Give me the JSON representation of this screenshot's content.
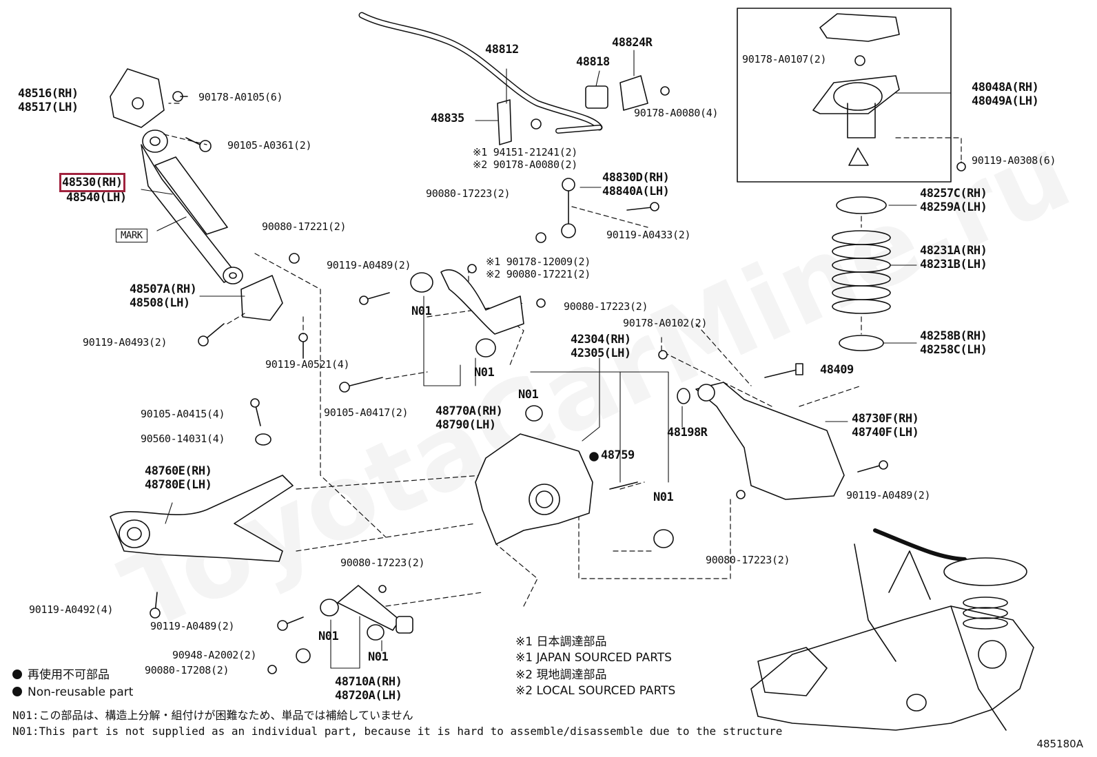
{
  "watermark": "ToyotaCarMine.ru",
  "diagram_code": "485180A",
  "labels": {
    "p48516": "48516(RH)\n48517(LH)",
    "p90178_0105": "90178-A0105(6)",
    "p90105_0361": "90105-A0361(2)",
    "p48530": "48530(RH)",
    "p48540": "48540(LH)",
    "mark": "MARK",
    "p90080_17221a": "90080-17221(2)",
    "p48507": "48507A(RH)\n48508(LH)",
    "p90119_0493": "90119-A0493(2)",
    "p90119_0521": "90119-A0521(4)",
    "p48812": "48812",
    "p48835": "48835",
    "p94151": "※1 94151-21241(2)\n※2 90178-A0080(2)",
    "p48818": "48818",
    "p48824": "48824R",
    "p90178_0080": "90178-A0080(4)",
    "p90080_17223a": "90080-17223(2)",
    "p90119_0489a": "90119-A0489(2)",
    "n01a": "N01",
    "p48830": "48830D(RH)\n48840A(LH)",
    "p90119_0433": "90119-A0433(2)",
    "p90178_12009": "※1 90178-12009(2)\n※2 90080-17221(2)",
    "p90080_17223b": "90080-17223(2)",
    "n01b": "N01",
    "p90105_0417": "90105-A0417(2)",
    "p48770": "48770A(RH)\n48790(LH)",
    "p42304": "42304(RH)\n42305(LH)",
    "n01c": "N01",
    "p48759": "48759",
    "p90178_0102": "90178-A0102(2)",
    "p90178_0107": "90178-A0107(2)",
    "p48048": "48048A(RH)\n48049A(LH)",
    "p90119_0308": "90119-A0308(6)",
    "p48257": "48257C(RH)\n48259A(LH)",
    "p48231": "48231A(RH)\n48231B(LH)",
    "p48258": "48258B(RH)\n48258C(LH)",
    "p48409": "48409",
    "p48198": "48198R",
    "p48730": "48730F(RH)\n48740F(LH)",
    "p90119_0489b": "90119-A0489(2)",
    "n01d": "N01",
    "p90080_17223c": "90080-17223(2)",
    "p90105_0415": "90105-A0415(4)",
    "p90560": "90560-14031(4)",
    "p48760": "48760E(RH)\n48780E(LH)",
    "p90119_0492": "90119-A0492(4)",
    "p90119_0489c": "90119-A0489(2)",
    "p90948": "90948-A2002(2)",
    "p90080_17208": "90080-17208(2)",
    "p90080_17223d": "90080-17223(2)",
    "n01e": "N01",
    "n01f": "N01",
    "p48710": "48710A(RH)\n48720A(LH)"
  },
  "notes": {
    "jp1": "※1 日本調達部品",
    "en1": "※1 JAPAN SOURCED PARTS",
    "jp2": "※2 現地調達部品",
    "en2": "※2 LOCAL SOURCED PARTS"
  },
  "legend": {
    "jp": "再使用不可部品",
    "en": "Non-reusable part"
  },
  "footnotes": {
    "jp": "N01:この部品は、構造上分解・組付けが困難なため、単品では補給していません",
    "en": "N01:This part is not supplied as an individual part, because it is hard to assemble/disassemble due to the structure"
  },
  "colors": {
    "highlight": "#a0223d",
    "ink": "#111111"
  }
}
